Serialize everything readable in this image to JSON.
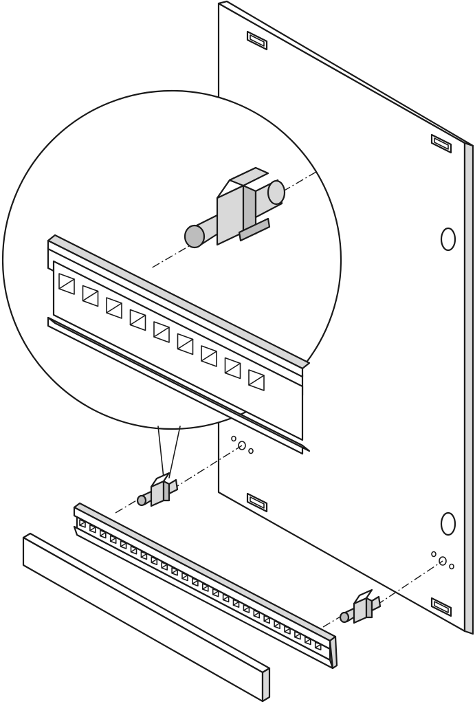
{
  "figure": {
    "type": "exploded assembly illustration",
    "parts": [
      "mounting-plate",
      "mounting-rail",
      "cover-strip",
      "clip-bolt"
    ],
    "colors": {
      "line": "#1a1a1a",
      "fill": "#ffffff",
      "shade": "#bdbdbd"
    }
  }
}
